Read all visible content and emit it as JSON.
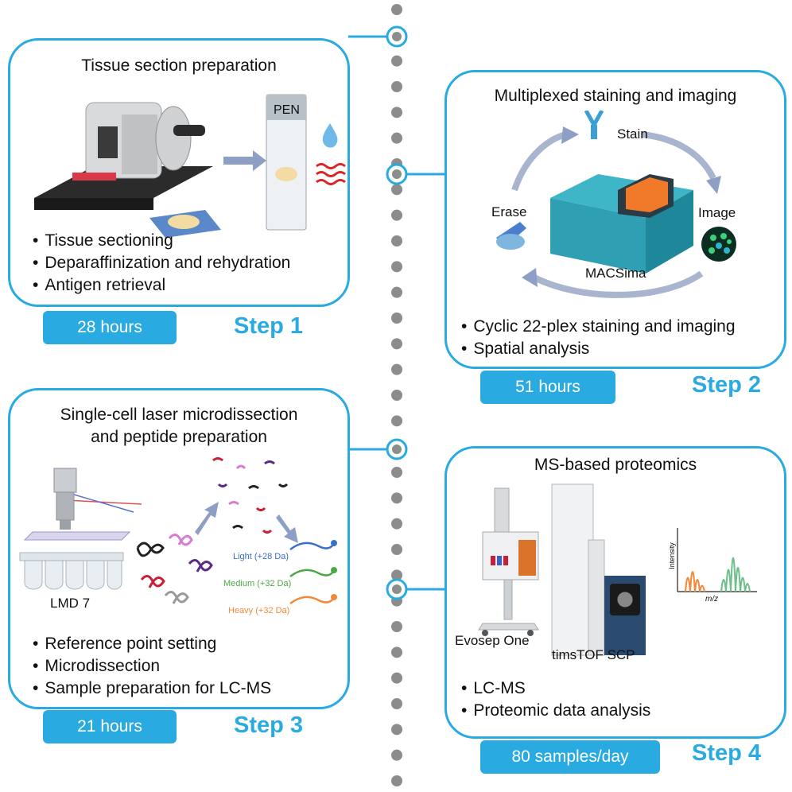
{
  "colors": {
    "accent": "#29abe2",
    "timeline": "#8c8c8c"
  },
  "timeline": {
    "dot_count": 31
  },
  "steps": [
    {
      "title": "Tissue section preparation",
      "bullets": [
        "Tissue sectioning",
        "Deparaffinization and rehydration",
        "Antigen retrieval"
      ],
      "duration": "28 hours",
      "label": "Step 1",
      "icons": {
        "slide_label": "PEN"
      }
    },
    {
      "title": "Multiplexed staining and imaging",
      "bullets": [
        "Cyclic 22-plex staining and imaging",
        "Spatial analysis"
      ],
      "duration": "51 hours",
      "label": "Step 2",
      "cycle": {
        "stain": "Stain",
        "image": "Image",
        "erase": "Erase",
        "instrument": "MACSima"
      }
    },
    {
      "title_line1": "Single-cell laser microdissection",
      "title_line2": "and peptide preparation",
      "bullets": [
        "Reference point setting",
        "Microdissection",
        "Sample preparation for LC-MS"
      ],
      "duration": "21 hours",
      "label": "Step 3",
      "instrument": "LMD 7",
      "labels": {
        "light": "Light (+28 Da)",
        "medium": "Medium (+32 Da)",
        "heavy": "Heavy (+32 Da)"
      }
    },
    {
      "title": "MS-based proteomics",
      "bullets": [
        "LC-MS",
        "Proteomic data analysis"
      ],
      "duration": "80 samples/day",
      "label": "Step 4",
      "instruments": {
        "lc": "Evosep One",
        "ms": "timsTOF SCP"
      },
      "spectrum": {
        "ylabel": "Intensity",
        "xlabel": "m/z"
      }
    }
  ]
}
